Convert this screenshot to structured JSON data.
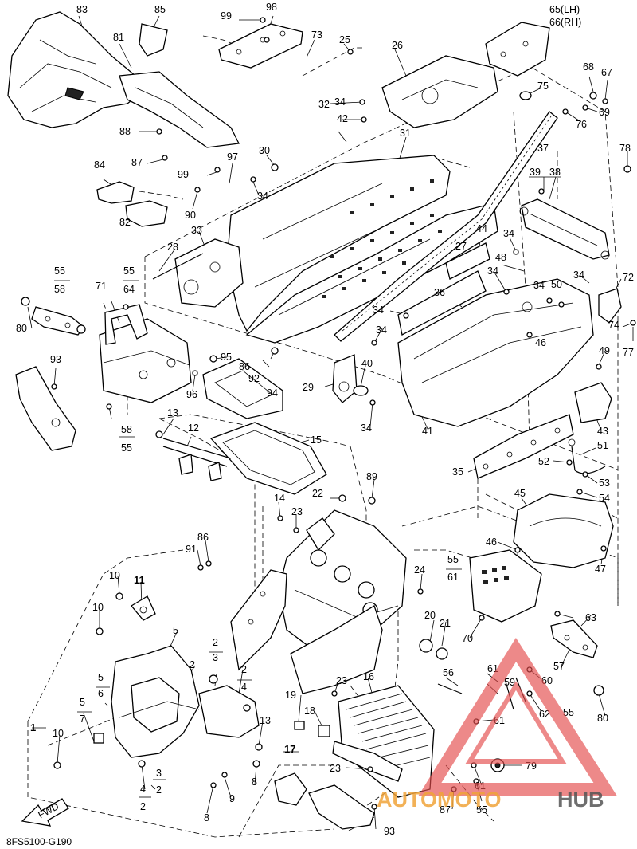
{
  "diagram_code": "8FS5100-G190",
  "fwd_label": "FWD",
  "watermark": {
    "brand_left": "AUTOMOTO",
    "brand_right": "HUB",
    "color_left": "#f0a43a",
    "color_right": "#555555",
    "triangle_color": "#e34a4a"
  },
  "labels": {
    "l1": "1",
    "l2": "2",
    "l3": "3",
    "l4": "4",
    "l5": "5",
    "l6": "6",
    "l7": "7",
    "l8": "8",
    "l9": "9",
    "l10": "10",
    "l11": "11",
    "l12": "12",
    "l13": "13",
    "l14": "14",
    "l15": "15",
    "l16": "16",
    "l17": "17",
    "l18": "18",
    "l19": "19",
    "l20": "20",
    "l21": "21",
    "l22": "22",
    "l23": "23",
    "l24": "24",
    "l25": "25",
    "l26": "26",
    "l27": "27",
    "l28": "28",
    "l29": "29",
    "l30": "30",
    "l31": "31",
    "l32": "32",
    "l33": "33",
    "l34": "34",
    "l35": "35",
    "l36": "36",
    "l37": "37",
    "l38": "38",
    "l39": "39",
    "l40": "40",
    "l41": "41",
    "l42": "42",
    "l43": "43",
    "l44": "44",
    "l45": "45",
    "l46": "46",
    "l47": "47",
    "l48": "48",
    "l49": "49",
    "l50": "50",
    "l51": "51",
    "l52": "52",
    "l53": "53",
    "l54": "54",
    "l55": "55",
    "l56": "56",
    "l57": "57",
    "l58": "58",
    "l59": "59",
    "l60": "60",
    "l61": "61",
    "l62": "62",
    "l63": "63",
    "l64": "64",
    "l65": "65(LH)",
    "l66": "66(RH)",
    "l67": "67",
    "l68": "68",
    "l69": "69",
    "l70": "70",
    "l71": "71",
    "l72": "72",
    "l73": "73",
    "l74": "74",
    "l75": "75",
    "l76": "76",
    "l77": "77",
    "l78": "78",
    "l79": "79",
    "l80": "80",
    "l81": "81",
    "l82": "82",
    "l83": "83",
    "l84": "84",
    "l85": "85",
    "l86": "86",
    "l87": "87",
    "l88": "88",
    "l89": "89",
    "l90": "90",
    "l91": "91",
    "l92": "92",
    "l93": "93",
    "l94": "94",
    "l95": "95",
    "l96": "96",
    "l97": "97",
    "l98": "98",
    "l99": "99"
  }
}
